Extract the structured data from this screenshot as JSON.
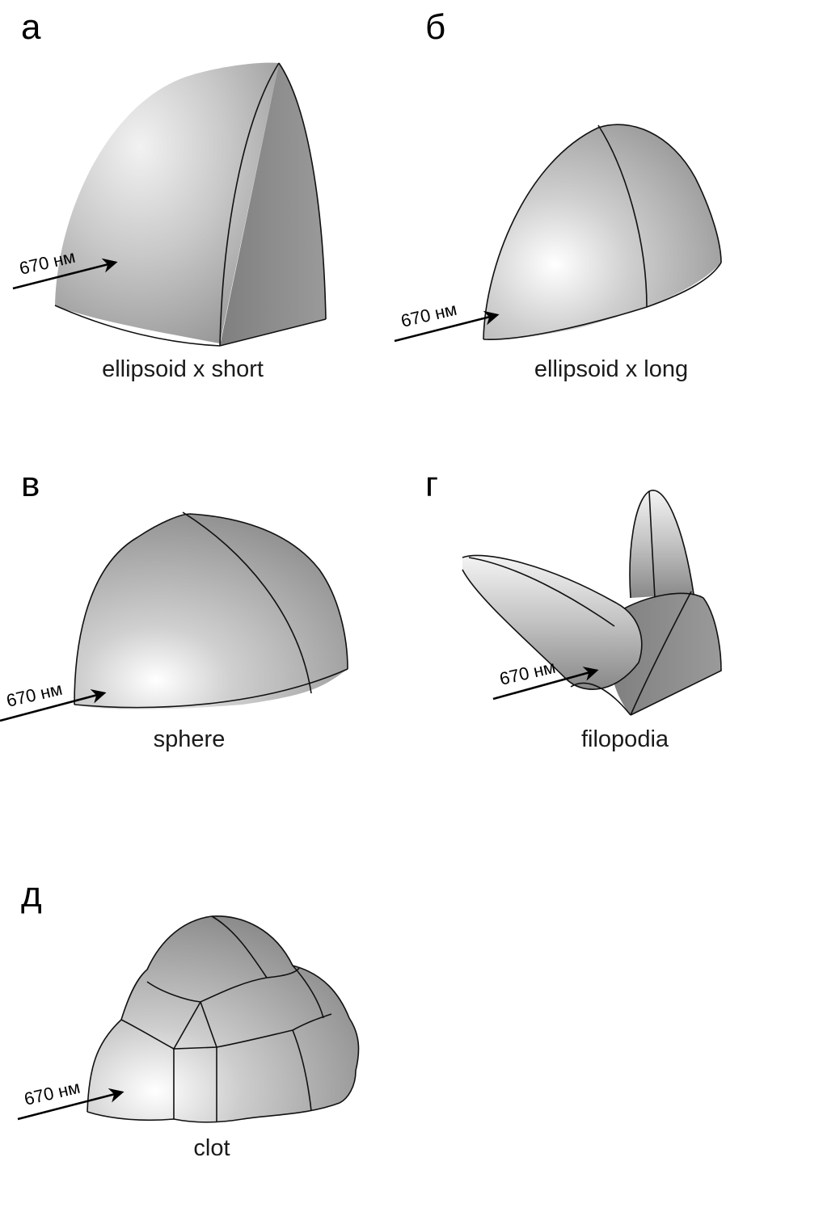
{
  "panels": [
    {
      "letter": "а",
      "caption": "ellipsoid x short",
      "arrow_label": "670 нм"
    },
    {
      "letter": "б",
      "caption": "ellipsoid x long",
      "arrow_label": "670 нм"
    },
    {
      "letter": "в",
      "caption": "sphere",
      "arrow_label": "670 нм"
    },
    {
      "letter": "г",
      "caption": "filopodia",
      "arrow_label": "670 нм"
    },
    {
      "letter": "д",
      "caption": "clot",
      "arrow_label": "670 нм"
    }
  ],
  "colors": {
    "surface_light": "#f2f2f2",
    "surface_mid": "#c4c4c4",
    "surface_dark": "#8a8a8a",
    "cut_face": "#8c8c8c",
    "edge": "#111111"
  }
}
